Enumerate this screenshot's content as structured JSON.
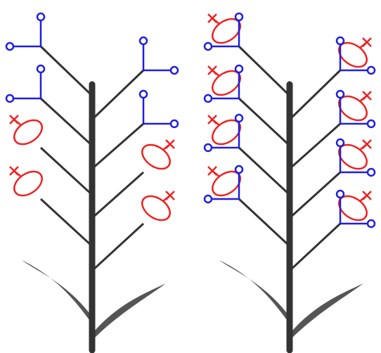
{
  "diagram": {
    "colors": {
      "stem": "#333333",
      "branch": "#333333",
      "leaf": "#555555",
      "male_marker": "#1f1fe0",
      "female_marker": "#ee2222",
      "background": "#ffffff"
    },
    "plants": [
      {
        "id": "plant-left",
        "branches": [
          {
            "side": "left",
            "marker": "male"
          },
          {
            "side": "left",
            "marker": "male"
          },
          {
            "side": "left",
            "marker": "female"
          },
          {
            "side": "left",
            "marker": "female"
          },
          {
            "side": "right",
            "marker": "male"
          },
          {
            "side": "right",
            "marker": "male"
          },
          {
            "side": "right",
            "marker": "female"
          },
          {
            "side": "right",
            "marker": "female"
          }
        ]
      },
      {
        "id": "plant-right",
        "branches": [
          {
            "side": "left",
            "marker": "both"
          },
          {
            "side": "left",
            "marker": "both"
          },
          {
            "side": "left",
            "marker": "both"
          },
          {
            "side": "left",
            "marker": "both"
          },
          {
            "side": "right",
            "marker": "both"
          },
          {
            "side": "right",
            "marker": "both"
          },
          {
            "side": "right",
            "marker": "both"
          },
          {
            "side": "right",
            "marker": "both"
          }
        ]
      }
    ]
  }
}
